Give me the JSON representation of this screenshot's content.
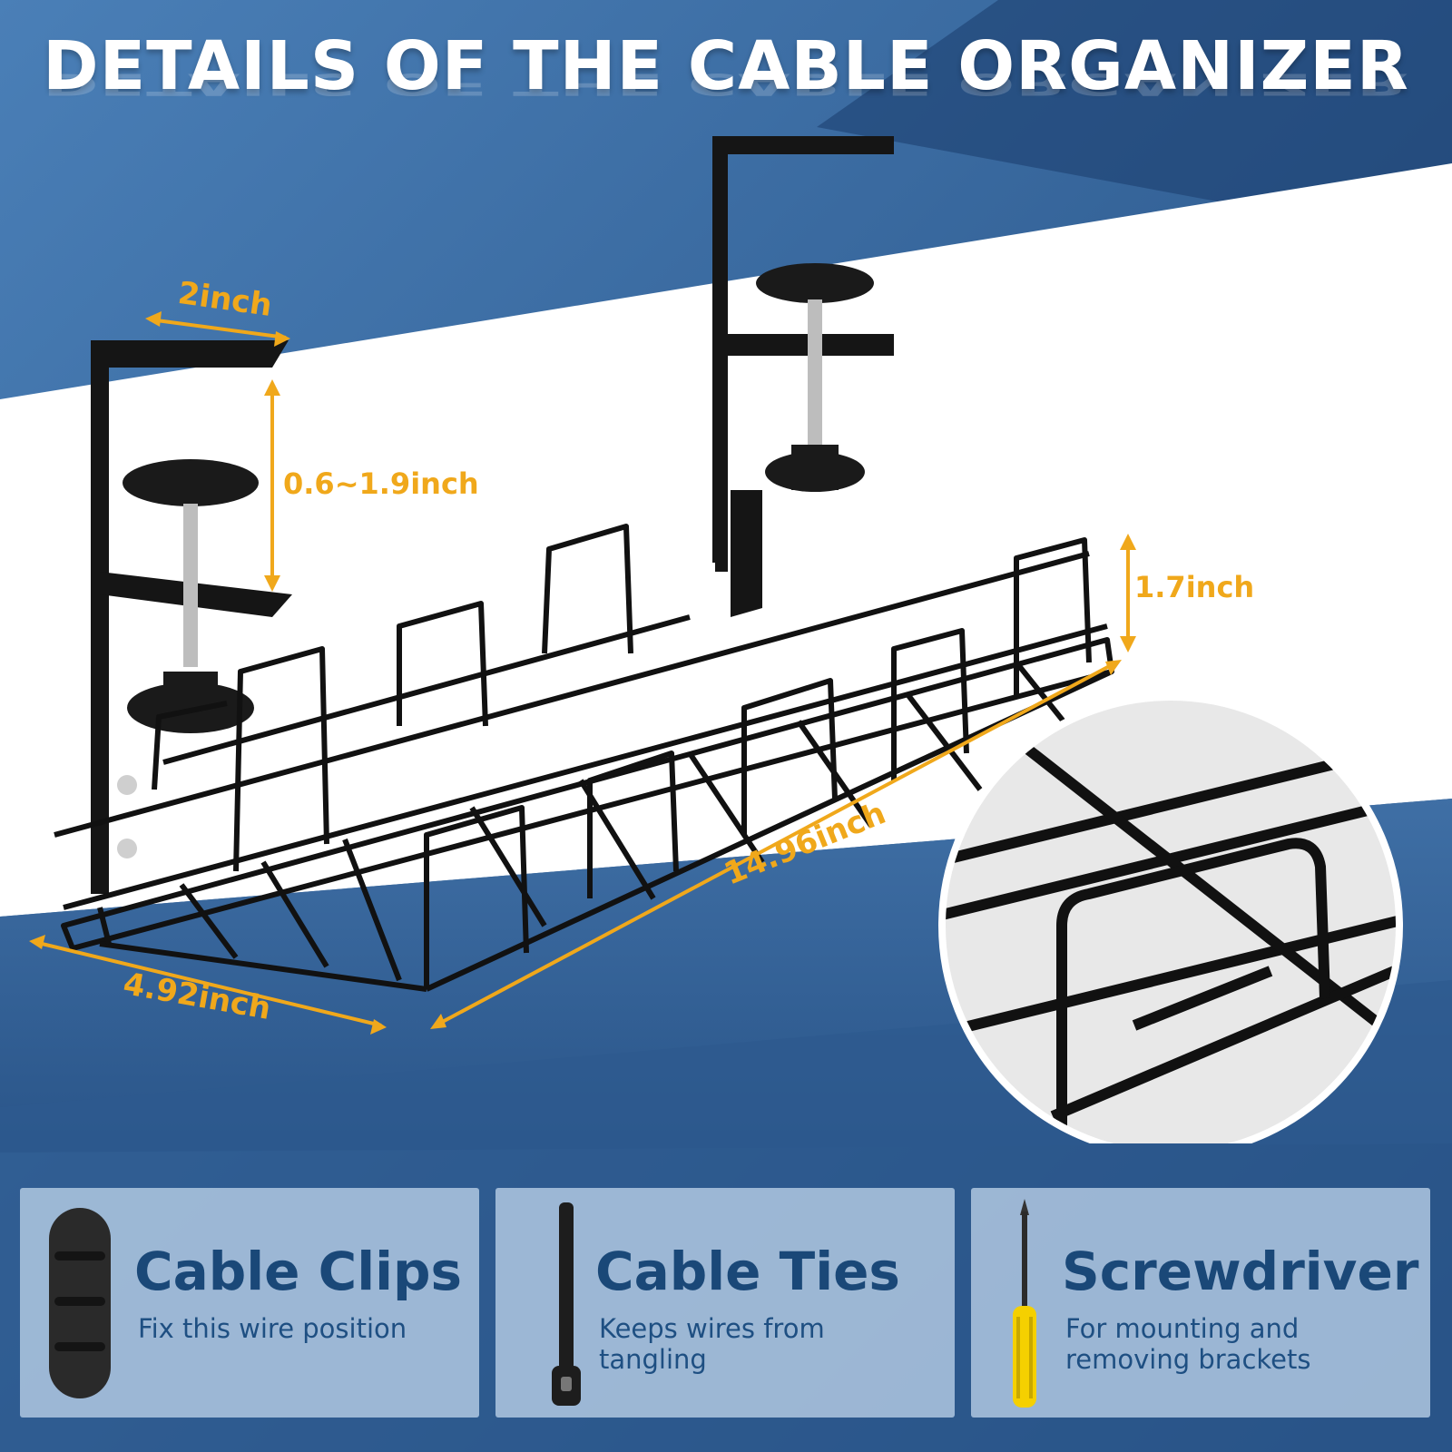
{
  "header": {
    "title": "DETAILS OF THE CABLE ORGANIZER"
  },
  "dimensions": {
    "bracket_width": "2inch",
    "clamp_range": "0.6~1.9inch",
    "tray_height": "1.7inch",
    "tray_length": "14.96inch",
    "tray_depth": "4.92inch"
  },
  "accessories": [
    {
      "title": "Cable Clips",
      "description": "Fix this wire position",
      "icon": "cable-clip-icon"
    },
    {
      "title": "Cable Ties",
      "description": "Keeps wires from tangling",
      "icon": "cable-tie-icon"
    },
    {
      "title": "Screwdriver",
      "description": "For mounting and removing brackets",
      "icon": "screwdriver-icon"
    }
  ],
  "colors": {
    "accent": "#f0a81b",
    "brand": "#1a4878",
    "background": "#2f5c90"
  }
}
